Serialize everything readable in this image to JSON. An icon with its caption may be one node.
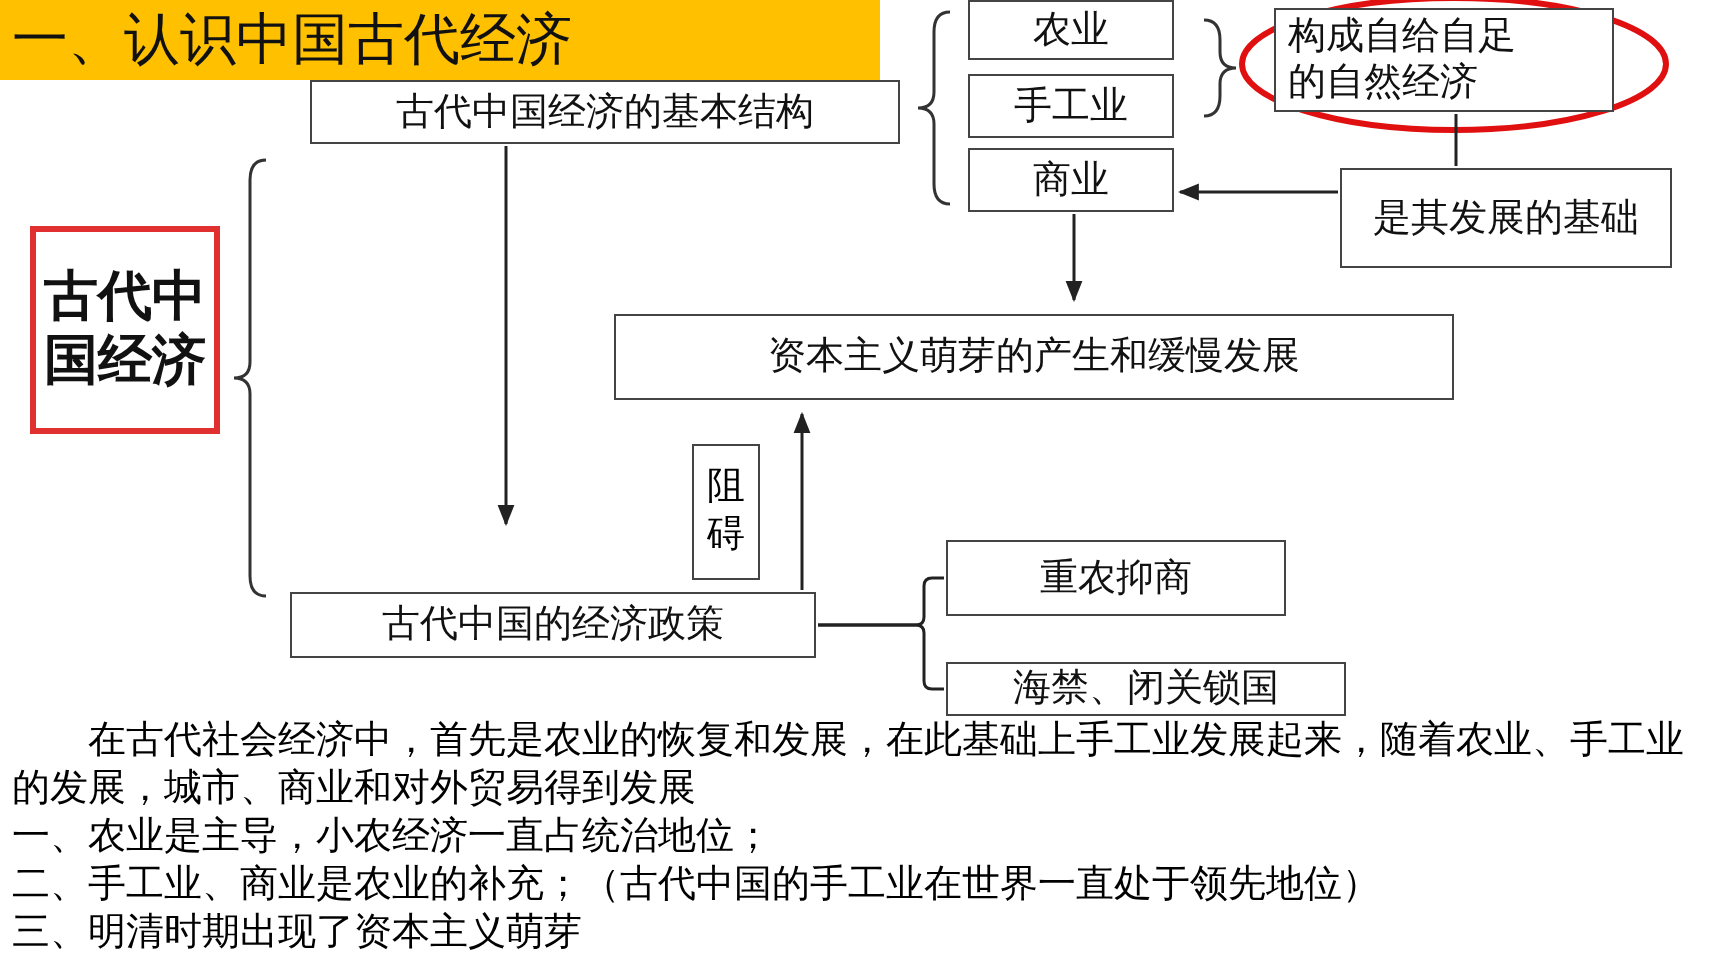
{
  "diagram": {
    "title": "一、认识中国古代经济",
    "nodes": [
      {
        "text": [
          "古代中国经济"
        ]
      },
      {
        "text": [
          "古代中国经济的基本结构"
        ]
      },
      {
        "text": [
          "农业"
        ]
      },
      {
        "text": [
          "手工业"
        ]
      },
      {
        "text": [
          "商业"
        ]
      },
      {
        "text": [
          "构成自给自足的自然经济"
        ]
      },
      {
        "text": [
          "是其发展的基础"
        ]
      },
      {
        "text": [
          "资本主义萌芽的产生和缓慢发展"
        ]
      },
      {
        "text": [
          "古代中国的经济政策"
        ]
      },
      {
        "text": [
          "重农抑商"
        ]
      },
      {
        "text": [
          "海禁、闭关锁国"
        ]
      }
    ],
    "edges": [
      {
        "from": 1,
        "to": 8,
        "arrow": "to"
      },
      {
        "from": 4,
        "to": 7,
        "arrow": "to"
      },
      {
        "from": 8,
        "to": 7,
        "arrow": "to",
        "label": "阻碍"
      },
      {
        "from": 6,
        "to": 4,
        "arrow": "to"
      },
      {
        "from": 5,
        "to": 6,
        "arrow": "none"
      },
      {
        "from": 8,
        "to": 9,
        "arrow": "none"
      },
      {
        "from": 8,
        "to": 10,
        "arrow": "none"
      }
    ],
    "labels": [
      "在古代社会经济中，首先是农业的恢复和发展，在此基础上手工业发展起来，随着农业、手工业的发展，城市、商业和对外贸易得到发展",
      "一、农业是主导，小农经济一直占统治地位；",
      "二、手工业、商业是农业的补充；（古代中国的手工业在世界一直处于领先地位）",
      "三、明清时期出现了资本主义萌芽"
    ]
  }
}
